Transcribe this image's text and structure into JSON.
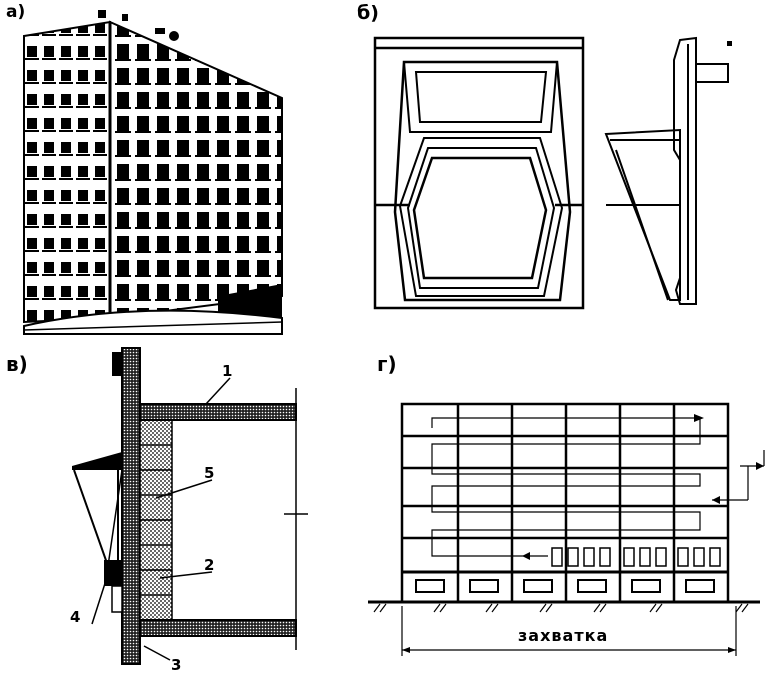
{
  "panels": {
    "a": {
      "label": "а)"
    },
    "b": {
      "label": "б)"
    },
    "v": {
      "label": "в)",
      "callouts": [
        "1",
        "2",
        "3",
        "4",
        "5"
      ]
    },
    "g": {
      "label": "г)",
      "caption": "захватка"
    }
  },
  "colors": {
    "ink": "#000000",
    "paper": "#ffffff",
    "fill": "#1a1a1a"
  }
}
